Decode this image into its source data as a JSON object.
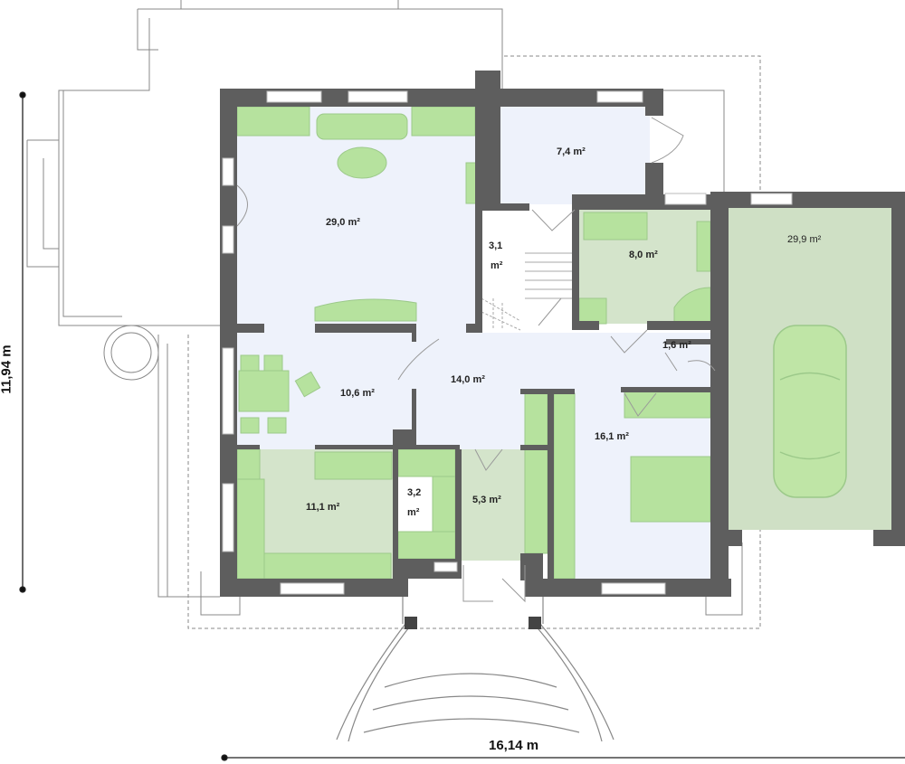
{
  "rooms": {
    "living": "29,0 m²",
    "utility": "7,4 m²",
    "stair_a": "3,1",
    "stair_b": "m²",
    "bathroom": "8,0 m²",
    "garage": "29,9 m²",
    "wc": "1,6 m²",
    "dining": "10,6 m²",
    "hall": "14,0 m²",
    "bedroom": "16,1 m²",
    "kitchen": "11,1 m²",
    "pantry_a": "3,2",
    "pantry_b": "m²",
    "entrance": "5,3 m²"
  },
  "dimensions": {
    "width": "16,14 m",
    "depth": "11,94 m"
  },
  "colors": {
    "wall": "#5e5e5e",
    "floor": "#eef2fb",
    "furniture": "#b6e29e",
    "wet_floor": "#d4e4cb",
    "garage": "#cfe0c5"
  }
}
